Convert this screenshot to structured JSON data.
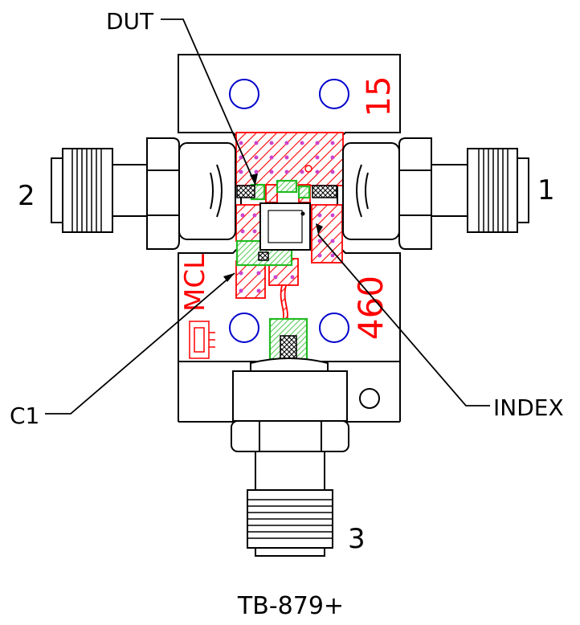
{
  "labels": {
    "dut": "DUT",
    "c1": "C1",
    "index": "INDEX",
    "port1": "1",
    "port2": "2",
    "port3": "3",
    "title": "TB-879+"
  },
  "board_markings": {
    "mcl": "MCL",
    "num_15": "15",
    "num_460": "460"
  },
  "colors": {
    "line": "#000000",
    "copper": "#ff0000",
    "via": "#cc44cc",
    "pad": "#22bb22",
    "hole": "#0000cc"
  }
}
